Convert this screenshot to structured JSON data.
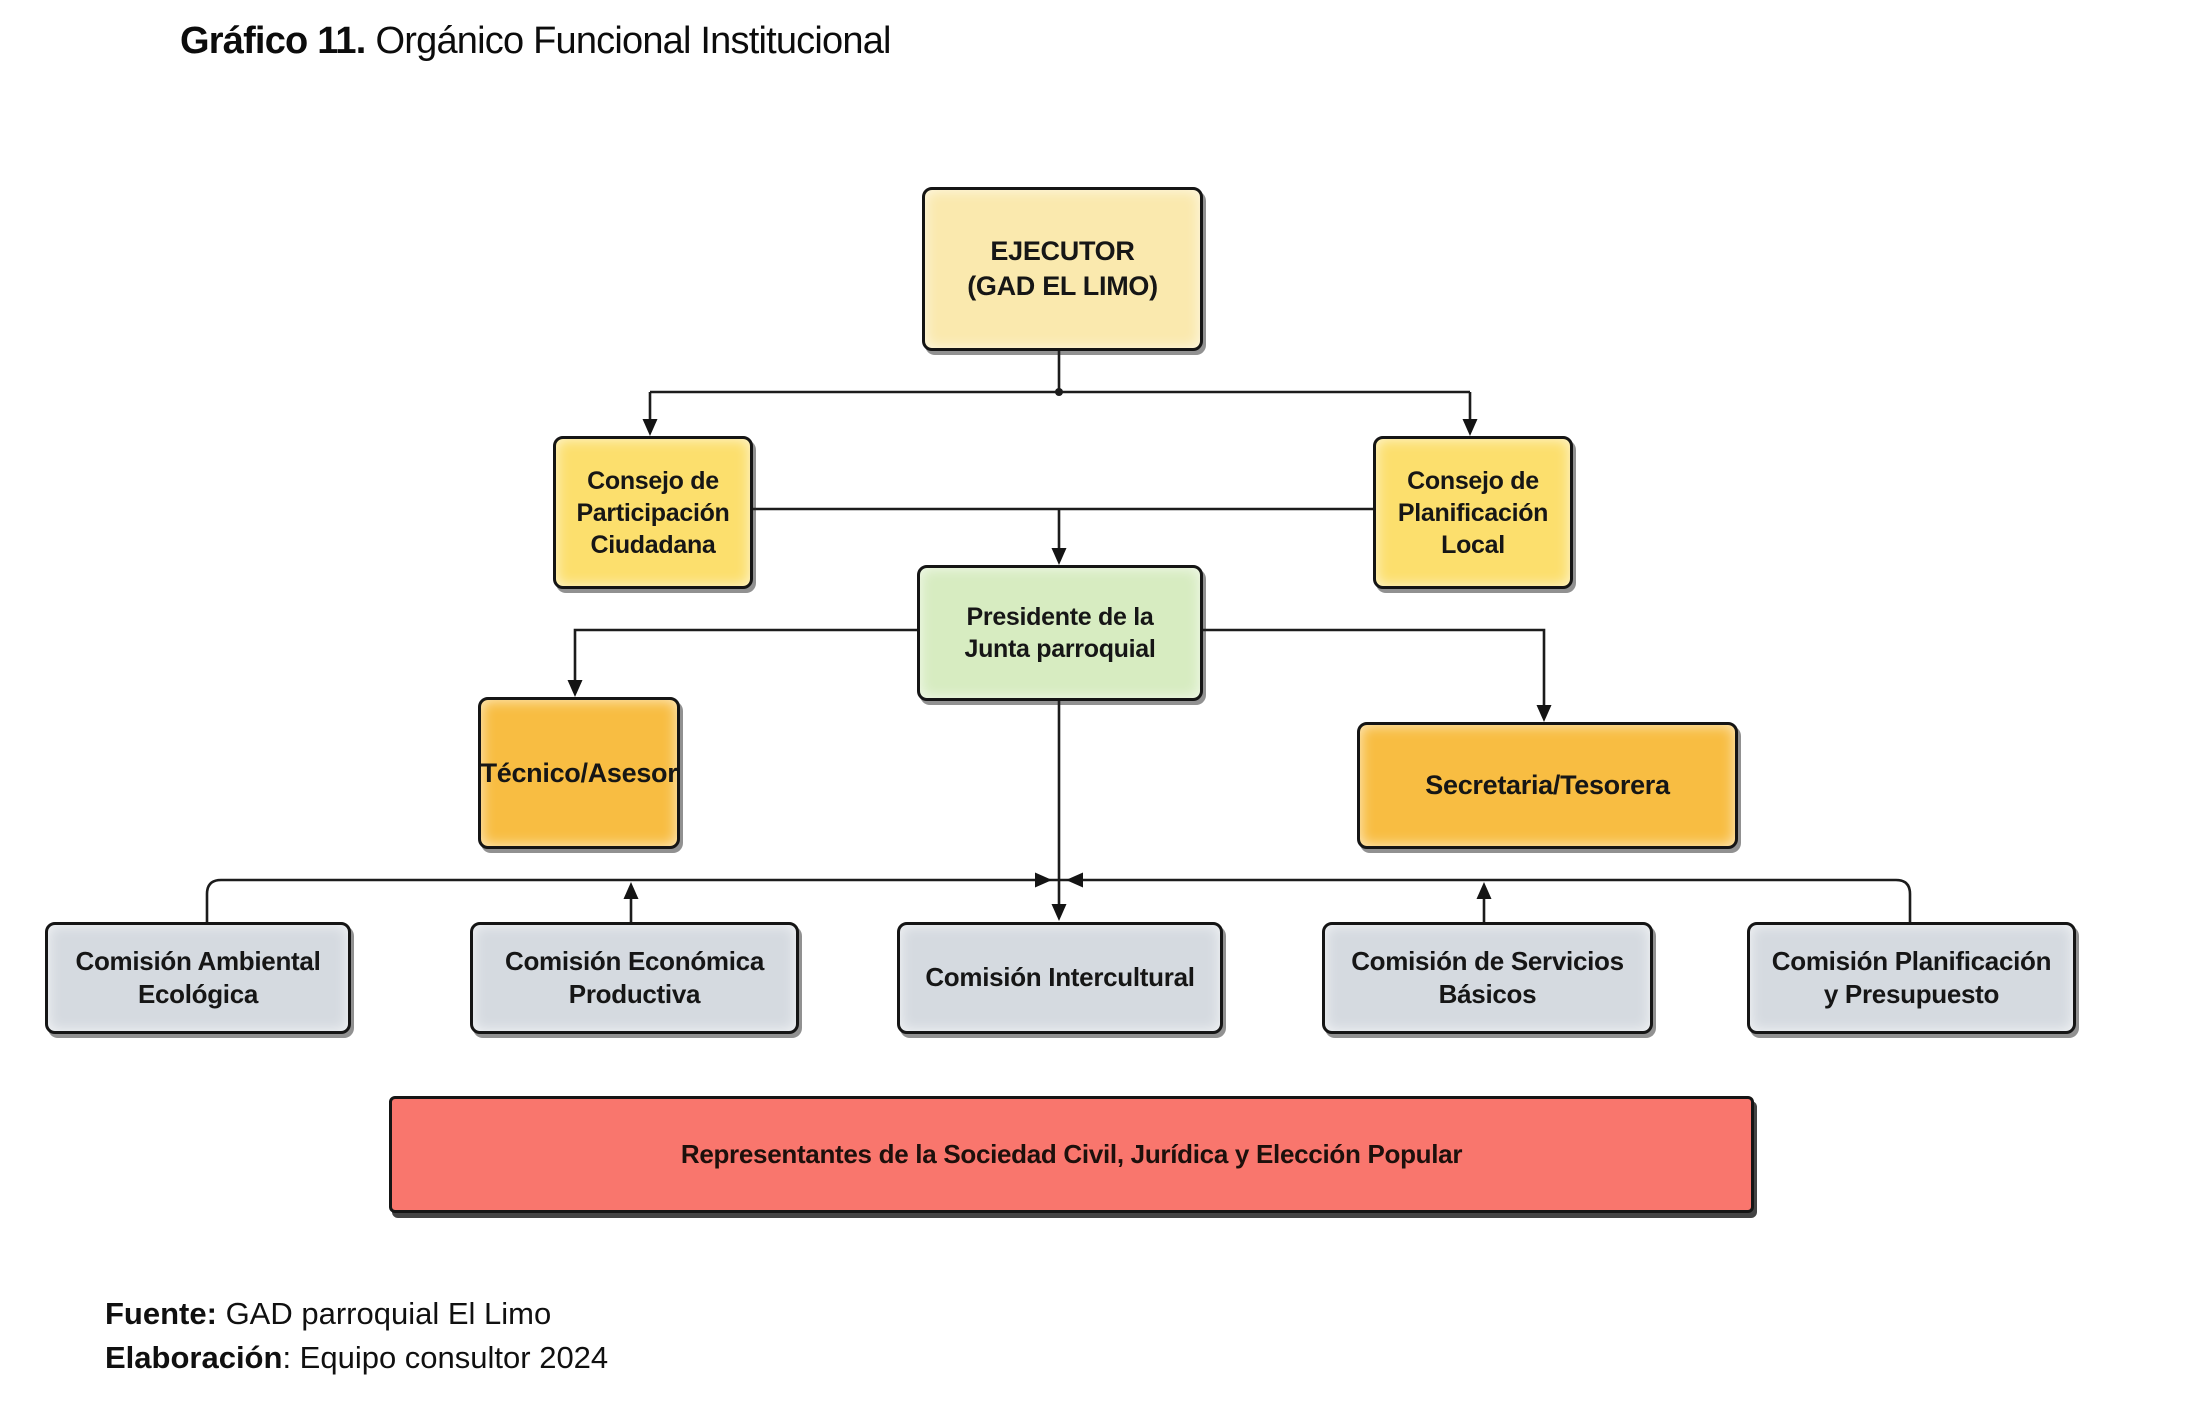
{
  "title": {
    "number": "Gráfico 11.",
    "text": "Orgánico Funcional Institucional"
  },
  "colors": {
    "ejecutor_cream": "#fae9ae",
    "consejo_yellow": "#fcdf6d",
    "presidente_green": "#d7ecc1",
    "staff_orange": "#f8bd42",
    "comision_gray": "#d5dae0",
    "representantes_red": "#f9766d",
    "line": "#1c1c1c"
  },
  "nodes": {
    "ejecutor": "EJECUTOR\n(GAD EL LIMO)",
    "consejo_participacion": "Consejo de\nParticipación\nCiudadana",
    "consejo_planificacion": "Consejo de\nPlanificación\nLocal",
    "presidente": "Presidente de la\nJunta parroquial",
    "tecnico": "Técnico/Asesor",
    "secretaria": "Secretaria/Tesorera",
    "comision_ambiental": "Comisión Ambiental\nEcológica",
    "comision_economica": "Comisión Económica\nProductiva",
    "comision_intercultural": "Comisión Intercultural",
    "comision_servicios": "Comisión de Servicios\nBásicos",
    "comision_planificacion": "Comisión Planificación\ny Presupuesto",
    "representantes": "Representantes de la Sociedad Civil, Jurídica y Elección Popular"
  },
  "footer": {
    "fuente_label": "Fuente:",
    "fuente_value": "GAD parroquial El Limo",
    "elaboracion_label": "Elaboración",
    "elaboracion_value": ": Equipo consultor 2024"
  }
}
